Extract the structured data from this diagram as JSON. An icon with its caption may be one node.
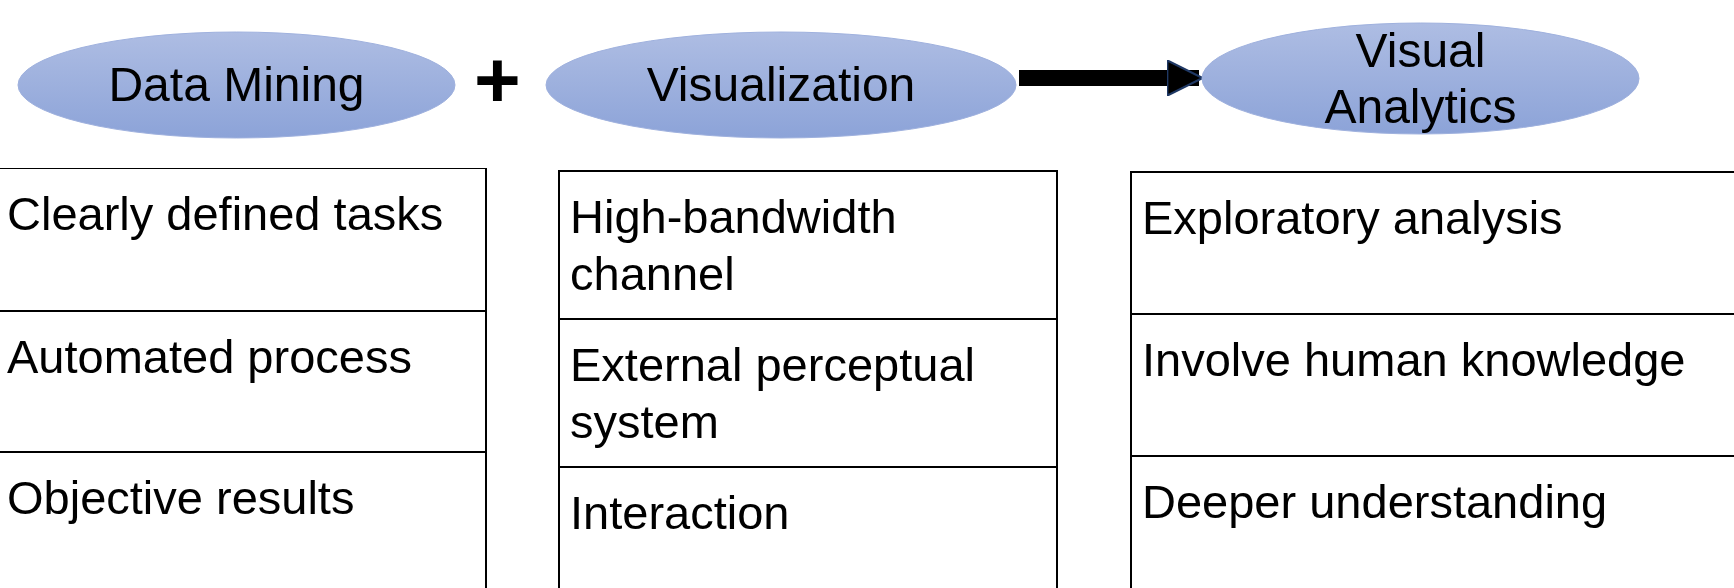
{
  "diagram": {
    "nodes": [
      {
        "text": [
          "Data Mining"
        ]
      },
      {
        "text": [
          "Visualization"
        ]
      },
      {
        "text": [
          "Visual Analytics"
        ]
      },
      {
        "text": [
          "Clearly defined tasks"
        ]
      },
      {
        "text": [
          "Automated process"
        ]
      },
      {
        "text": [
          "Objective results"
        ]
      },
      {
        "text": [
          "High-bandwidth channel"
        ]
      },
      {
        "text": [
          "External perceptual system"
        ]
      },
      {
        "text": [
          "Interaction"
        ]
      },
      {
        "text": [
          "Exploratory analysis"
        ]
      },
      {
        "text": [
          "Involve human knowledge"
        ]
      },
      {
        "text": [
          "Deeper understanding"
        ]
      }
    ],
    "edges": [
      {
        "from": 1,
        "to": 2,
        "arrow": "to"
      }
    ],
    "labels": [
      "+"
    ]
  }
}
